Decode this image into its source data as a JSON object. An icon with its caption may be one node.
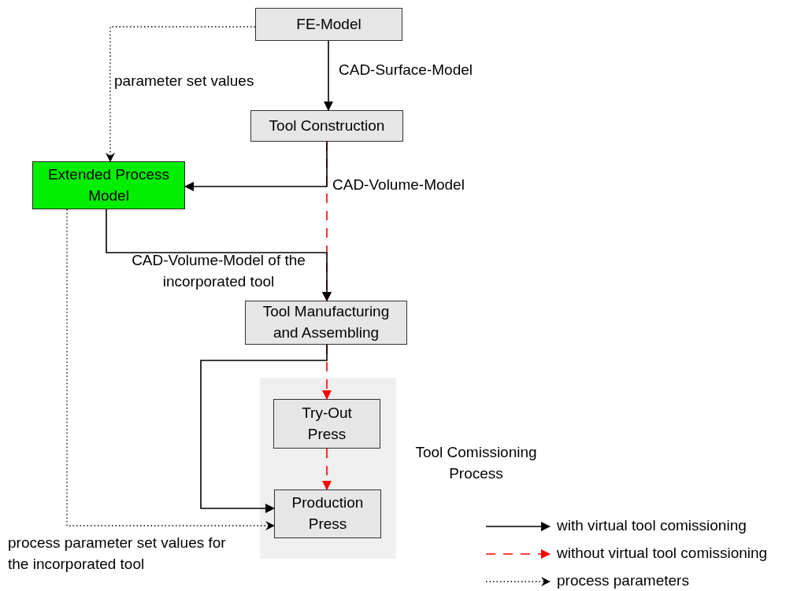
{
  "diagram": {
    "nodes": [
      {
        "text": [
          "FE-Model"
        ]
      },
      {
        "text": [
          "Tool Construction"
        ]
      },
      {
        "text": [
          "Extended Process Model"
        ]
      },
      {
        "text": [
          "Tool Manufacturing and Assembling"
        ]
      },
      {
        "text": [
          "Tool Comissioning Process"
        ]
      },
      {
        "text": [
          "Try-Out Press"
        ],
        "in": 4
      },
      {
        "text": [
          "Production Press"
        ],
        "in": 4
      }
    ],
    "edges": [
      {
        "from": 0,
        "to": 1,
        "arrow": "to",
        "label": "CAD-Surface-Model"
      },
      {
        "from": 0,
        "to": 2,
        "arrow": "to",
        "label": "parameter set values",
        "style": "dashed"
      },
      {
        "from": 1,
        "to": 2,
        "arrow": "to",
        "label": "CAD-Volume-Model"
      },
      {
        "from": 1,
        "to": 3,
        "arrow": "to",
        "style": "dashed",
        "color": "#ff0000"
      },
      {
        "from": 2,
        "to": 3,
        "arrow": "to",
        "label": "CAD-Volume-Model of the incorporated tool"
      },
      {
        "from": 3,
        "to": 5,
        "arrow": "to",
        "style": "dashed",
        "color": "#ff0000"
      },
      {
        "from": 5,
        "to": 6,
        "arrow": "to",
        "style": "dashed",
        "color": "#ff0000"
      },
      {
        "from": 3,
        "to": 6,
        "arrow": "to"
      },
      {
        "from": 2,
        "to": 6,
        "arrow": "to",
        "label": "process parameter set values for the incorporated tool",
        "style": "dashed"
      }
    ],
    "legend": [
      {
        "text": "with virtual tool comissioning"
      },
      {
        "text": "without virtual tool comissioning"
      },
      {
        "text": "process parameters"
      }
    ]
  }
}
